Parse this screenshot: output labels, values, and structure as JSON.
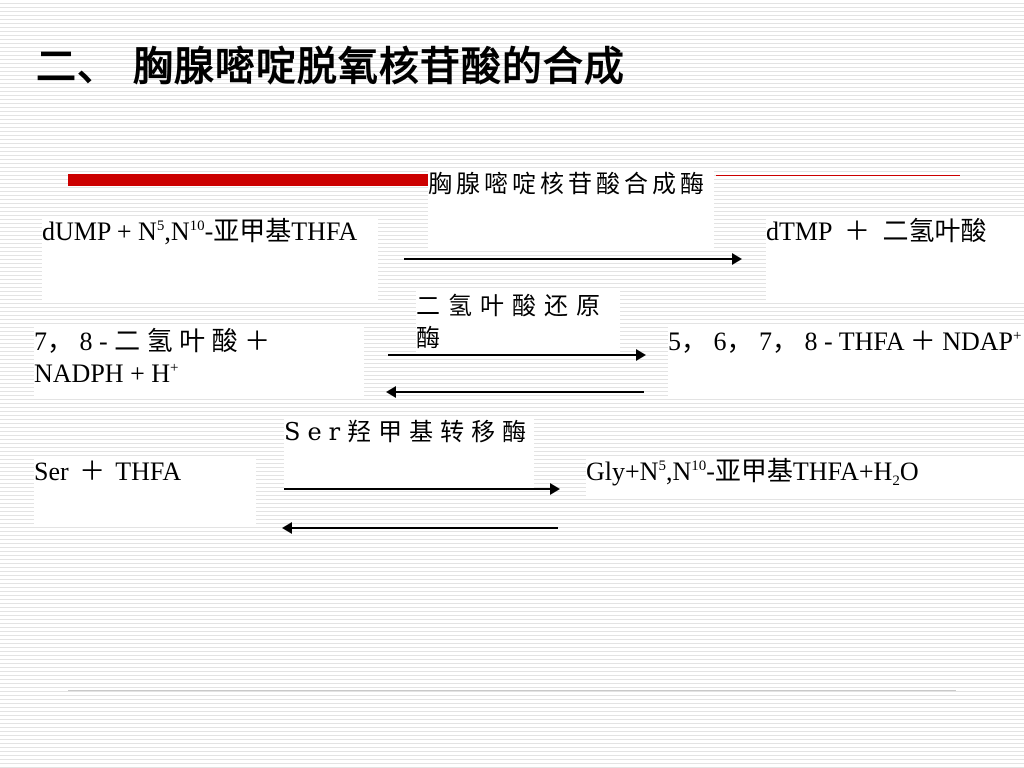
{
  "title": "二、  胸腺嘧啶脱氧核苷酸的合成",
  "reaction1": {
    "enzyme": "胸腺嘧啶核苷酸合成酶",
    "left": {
      "a": "dUMP + N",
      "s1": "5",
      "b": ",N",
      "s2": "10",
      "c": "-亚甲基THFA"
    },
    "right": "dTMP  ＋  二氢叶酸"
  },
  "reaction2": {
    "enzyme": "二氢叶酸还原酶",
    "left": {
      "a": "7， 8 - 二 氢 叶 酸  ＋ NADPH + H",
      "s1": "+"
    },
    "right": {
      "a": "5， 6， 7， 8 - THFA  ＋ NDAP",
      "s1": "+"
    }
  },
  "reaction3": {
    "enzyme": "Ser羟甲基转移酶",
    "left": "Ser  ＋  THFA",
    "right": {
      "a": "Gly+N",
      "s1": "5",
      "b": ",N",
      "s2": "10",
      "c": "-亚甲基THFA+H",
      "s3": "2",
      "d": "O"
    }
  },
  "colors": {
    "accent_red": "#cc0000",
    "stripe": "#e3e3e3"
  }
}
